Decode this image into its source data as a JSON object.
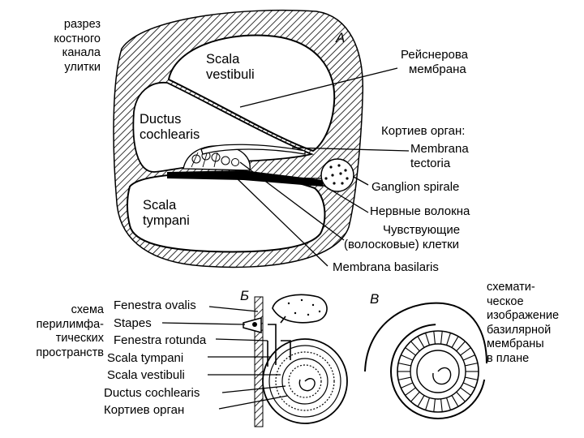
{
  "left_caption_top": [
    "разрез",
    "костного",
    "канала",
    "улитки"
  ],
  "left_caption_bottom": [
    "схема",
    "перилимфа-",
    "тических",
    "пространств"
  ],
  "right_caption": [
    "схемати-",
    "ческое",
    "изображение",
    "базилярной",
    "мембраны",
    "в плане"
  ],
  "panel_a": {
    "letter": "A",
    "scala_vestibuli": [
      "Scala",
      "vestibuli"
    ],
    "ductus_cochlearis": [
      "Ductus",
      "cochlearis"
    ],
    "scala_tympani": [
      "Scala",
      "tympani"
    ],
    "labels": {
      "reissner": [
        "Рейснерова",
        "мембрана"
      ],
      "corti": "Кортиев орган:",
      "tectoria": [
        "Membrana",
        "tectoria"
      ],
      "ganglion": "Ganglion spirale",
      "nerve": "Нервные волокна",
      "hair_cells": [
        "Чувствующие",
        "(волосковые) клетки"
      ],
      "basilaris": "Membrana basilaris"
    }
  },
  "panel_b": {
    "letter": "Б",
    "labels": [
      "Fenestra ovalis",
      "Stapes",
      "Fenestra rotunda",
      "Scala tympani",
      "Scala vestibuli",
      "Ductus cochlearis",
      "Кортиев орган"
    ]
  },
  "panel_c": {
    "letter": "В"
  }
}
